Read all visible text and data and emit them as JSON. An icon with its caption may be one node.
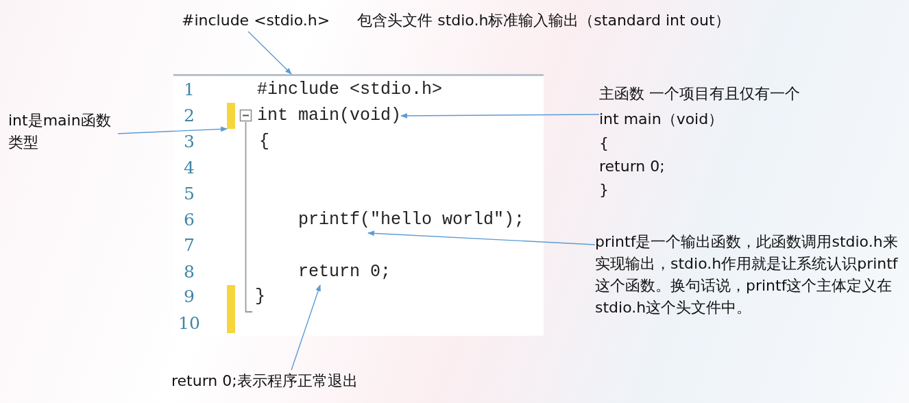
{
  "diagram": {
    "nodes": [
      {
        "text": [
          "#include <stdio.h>",
          "包含头文件 stdio.h标准输入输出（standard int out）"
        ]
      },
      {
        "text": [
          "int是main函数类型"
        ]
      },
      {
        "text": [],
        "shape": "box"
      },
      {
        "text": [],
        "shape": "bar",
        "in": 2
      },
      {
        "text": [
          "1",
          "#include <stdio.h>"
        ],
        "in": 2
      },
      {
        "text": [
          "2",
          "int main(void)"
        ],
        "in": 2
      },
      {
        "text": [
          "3",
          "{"
        ],
        "in": 2
      },
      {
        "text": [
          "4"
        ],
        "in": 2
      },
      {
        "text": [
          "5"
        ],
        "in": 2
      },
      {
        "text": [
          "6",
          "printf(\"hello world\");"
        ],
        "in": 2
      },
      {
        "text": [
          "7"
        ],
        "in": 2
      },
      {
        "text": [
          "8",
          "return 0;"
        ],
        "in": 2
      },
      {
        "text": [
          "9",
          "}"
        ],
        "in": 2
      },
      {
        "text": [
          "10"
        ],
        "in": 2
      },
      {
        "text": [
          "主函数 一个项目有且仅有一个",
          "int main（void）",
          "{",
          "return 0;",
          "}"
        ]
      },
      {
        "text": [
          "printf是一个输出函数，此函数调用stdio.h来实现输出，stdio.h作用就是让系统认识printf这个函数。换句话说，printf这个主体定义在stdio.h这个头文件中。"
        ]
      },
      {
        "text": [
          "return 0;表示程序正常退出"
        ]
      }
    ],
    "edges": [
      {
        "from": 0,
        "to": 2,
        "arrow": "to"
      },
      {
        "from": 14,
        "to": 5,
        "arrow": "to"
      },
      {
        "from": 1,
        "to": 3,
        "arrow": "to"
      },
      {
        "from": 15,
        "to": 9,
        "arrow": "to"
      },
      {
        "from": 16,
        "to": 11,
        "arrow": "to"
      }
    ]
  }
}
